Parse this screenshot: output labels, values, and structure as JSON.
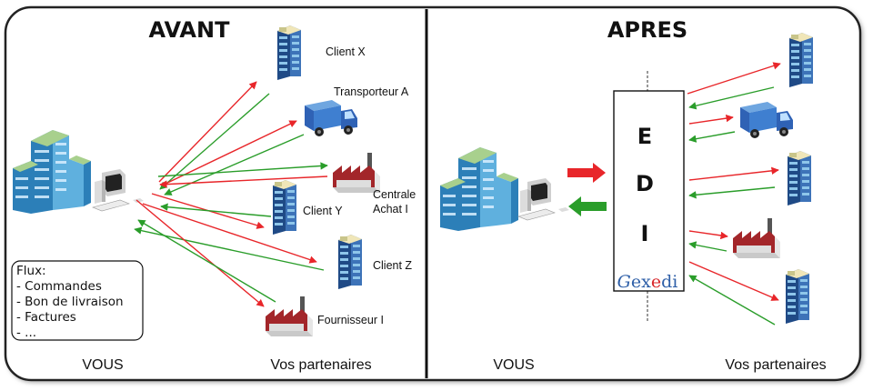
{
  "left_panel": {
    "title": "AVANT",
    "footer_you": "VOUS",
    "footer_partners": "Vos partenaires",
    "partners": [
      {
        "label": "Client X",
        "icon": "office-tower-icon"
      },
      {
        "label": "Transporteur A",
        "icon": "delivery-truck-icon"
      },
      {
        "label": "Centrale Achat I",
        "icon": "factory-icon"
      },
      {
        "label": "Client Y",
        "icon": "office-tower-icon"
      },
      {
        "label": "Client Z",
        "icon": "office-tower-icon"
      },
      {
        "label": "Fournisseur I",
        "icon": "factory-icon"
      }
    ],
    "flux_box": {
      "heading": "Flux:",
      "items": [
        "- Commandes",
        "- Bon de livraison",
        "- Factures",
        "- ..."
      ]
    }
  },
  "right_panel": {
    "title": "APRES",
    "footer_you": "VOUS",
    "footer_partners": "Vos partenaires",
    "edi_letters": [
      "E",
      "D",
      "I"
    ],
    "brand_logo": "Gexedi"
  },
  "colors": {
    "send_arrow": "#e8262a",
    "receive_arrow": "#2a9d2a",
    "divider": "#111111",
    "frame": "#222222",
    "brand_blue": "#2e5fa8",
    "brand_red": "#d8262a"
  }
}
